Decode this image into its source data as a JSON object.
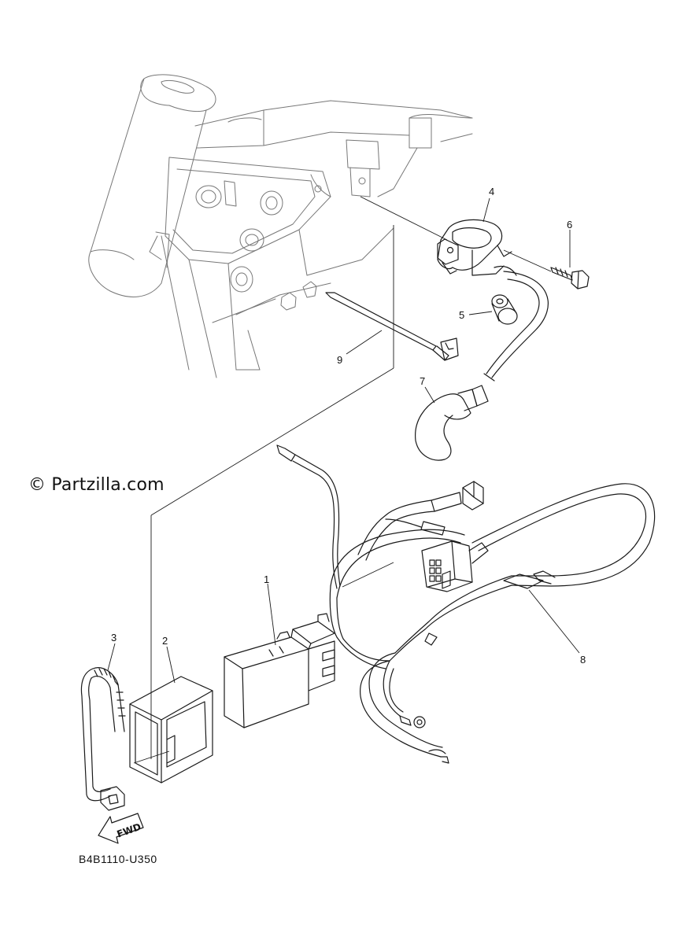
{
  "watermark": "© Partzilla.com",
  "figure_code": "B4B1110-U350",
  "fwd_label": "FWD",
  "callouts": [
    {
      "id": "1",
      "part": "cdi-unit"
    },
    {
      "id": "2",
      "part": "cdi-unit-bracket"
    },
    {
      "id": "3",
      "part": "band"
    },
    {
      "id": "4",
      "part": "ignition-coil"
    },
    {
      "id": "5",
      "part": "grommet"
    },
    {
      "id": "6",
      "part": "bolt"
    },
    {
      "id": "7",
      "part": "spark-plug-cap"
    },
    {
      "id": "8",
      "part": "wire-harness"
    },
    {
      "id": "9",
      "part": "ground-lead"
    }
  ]
}
